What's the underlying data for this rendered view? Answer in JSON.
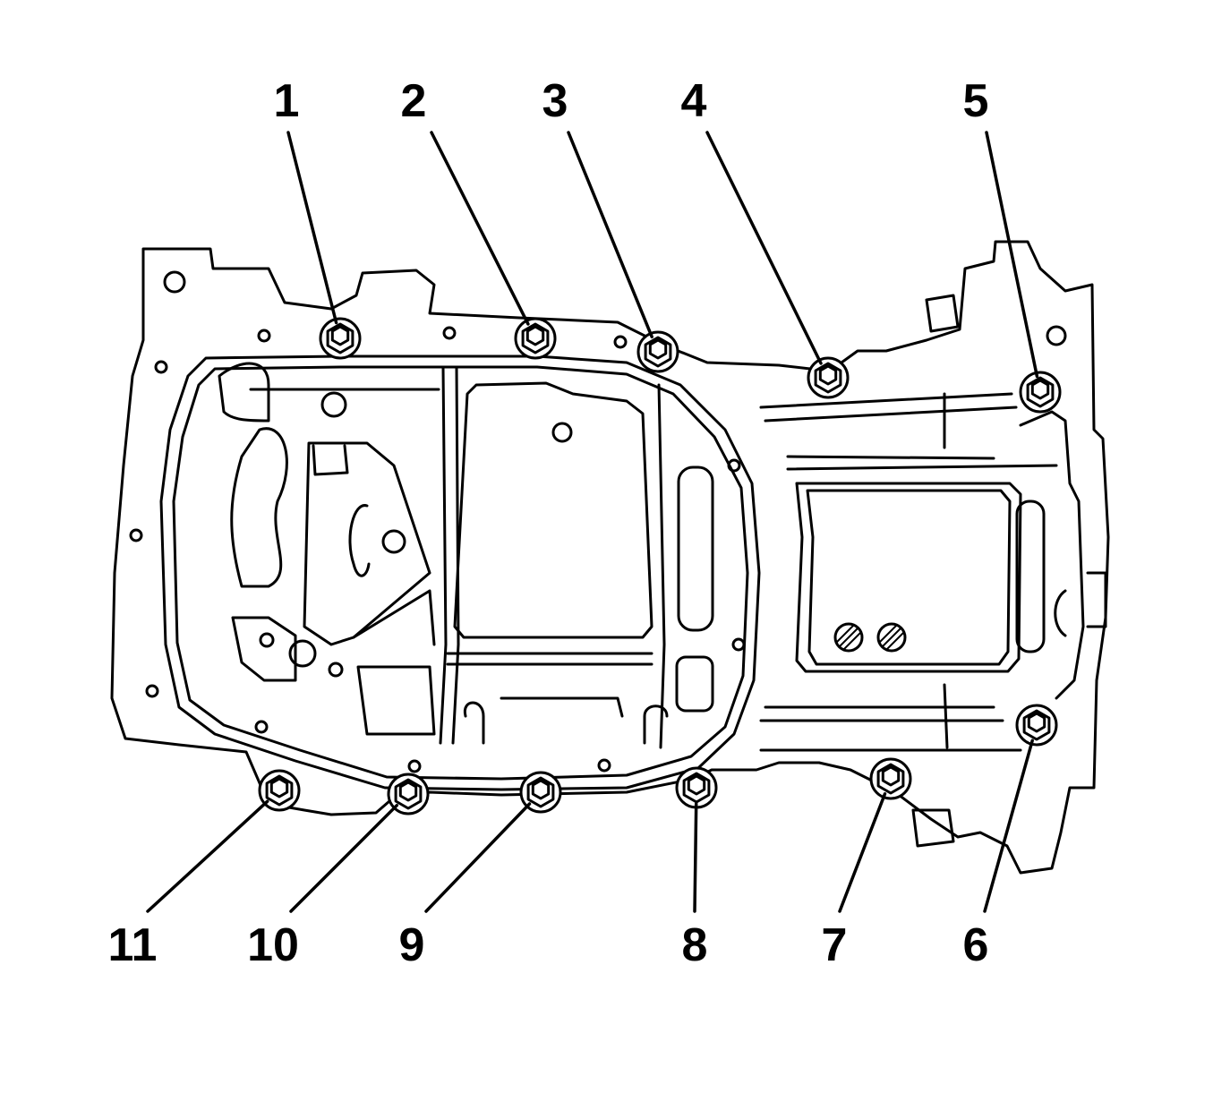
{
  "callouts": [
    {
      "label": "1"
    },
    {
      "label": "2"
    },
    {
      "label": "3"
    },
    {
      "label": "4"
    },
    {
      "label": "5"
    },
    {
      "label": "6"
    },
    {
      "label": "7"
    },
    {
      "label": "8"
    },
    {
      "label": "9"
    },
    {
      "label": "10"
    },
    {
      "label": "11"
    }
  ],
  "colors": {
    "ink": "#000000",
    "background": "#ffffff"
  }
}
